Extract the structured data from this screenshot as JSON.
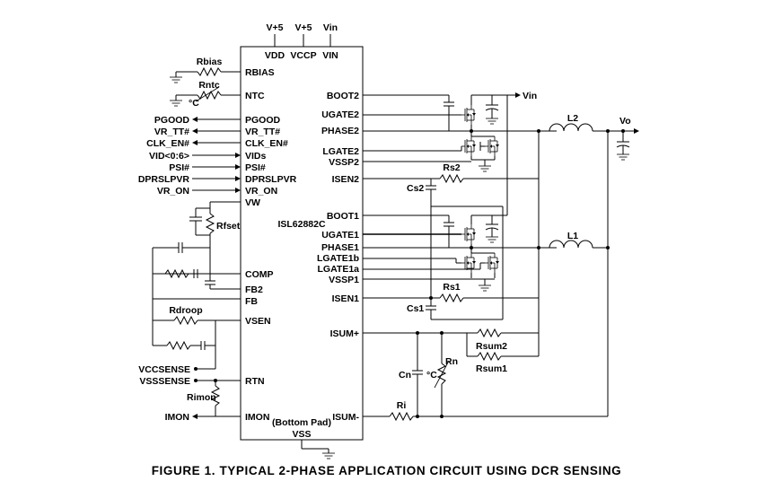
{
  "ic": {
    "name": "ISL62882C",
    "bottom_pad": "(Bottom Pad)",
    "vss": "VSS",
    "left_pins": [
      "RBIAS",
      "NTC",
      "PGOOD",
      "VR_TT#",
      "CLK_EN#",
      "VIDs",
      "PSI#",
      "DPRSLPVR",
      "VR_ON",
      "VW",
      "COMP",
      "FB2",
      "FB",
      "VSEN",
      "RTN",
      "IMON"
    ],
    "right_pins": [
      "BOOT2",
      "UGATE2",
      "PHASE2",
      "LGATE2",
      "VSSP2",
      "ISEN2",
      "BOOT1",
      "UGATE1",
      "PHASE1",
      "LGATE1b",
      "LGATE1a",
      "VSSP1",
      "ISEN1",
      "ISUM+",
      "ISUM-"
    ],
    "top_pins": [
      "VDD",
      "VCCP",
      "VIN"
    ]
  },
  "supplies": [
    "V+5",
    "V+5",
    "Vin"
  ],
  "signals": [
    "PGOOD",
    "VR_TT#",
    "CLK_EN#",
    "VID<0:6>",
    "PSI#",
    "DPRSLPVR",
    "VR_ON",
    "VCCSENSE",
    "VSSSENSE",
    "IMON"
  ],
  "components": {
    "rbias": "Rbias",
    "rntc": "Rntc",
    "deg_c": "°C",
    "rfset": "Rfset",
    "rdroop": "Rdroop",
    "rimon": "Rimon",
    "l2": "L2",
    "l1": "L1",
    "vo": "Vo",
    "vin_out": "Vin",
    "rs2": "Rs2",
    "cs2": "Cs2",
    "rs1": "Rs1",
    "cs1": "Cs1",
    "rsum2": "Rsum2",
    "rsum1": "Rsum1",
    "cn": "Cn",
    "rn": "Rn",
    "ri": "Ri"
  },
  "caption": "FIGURE 1. TYPICAL 2-PHASE APPLICATION CIRCUIT USING DCR SENSING"
}
